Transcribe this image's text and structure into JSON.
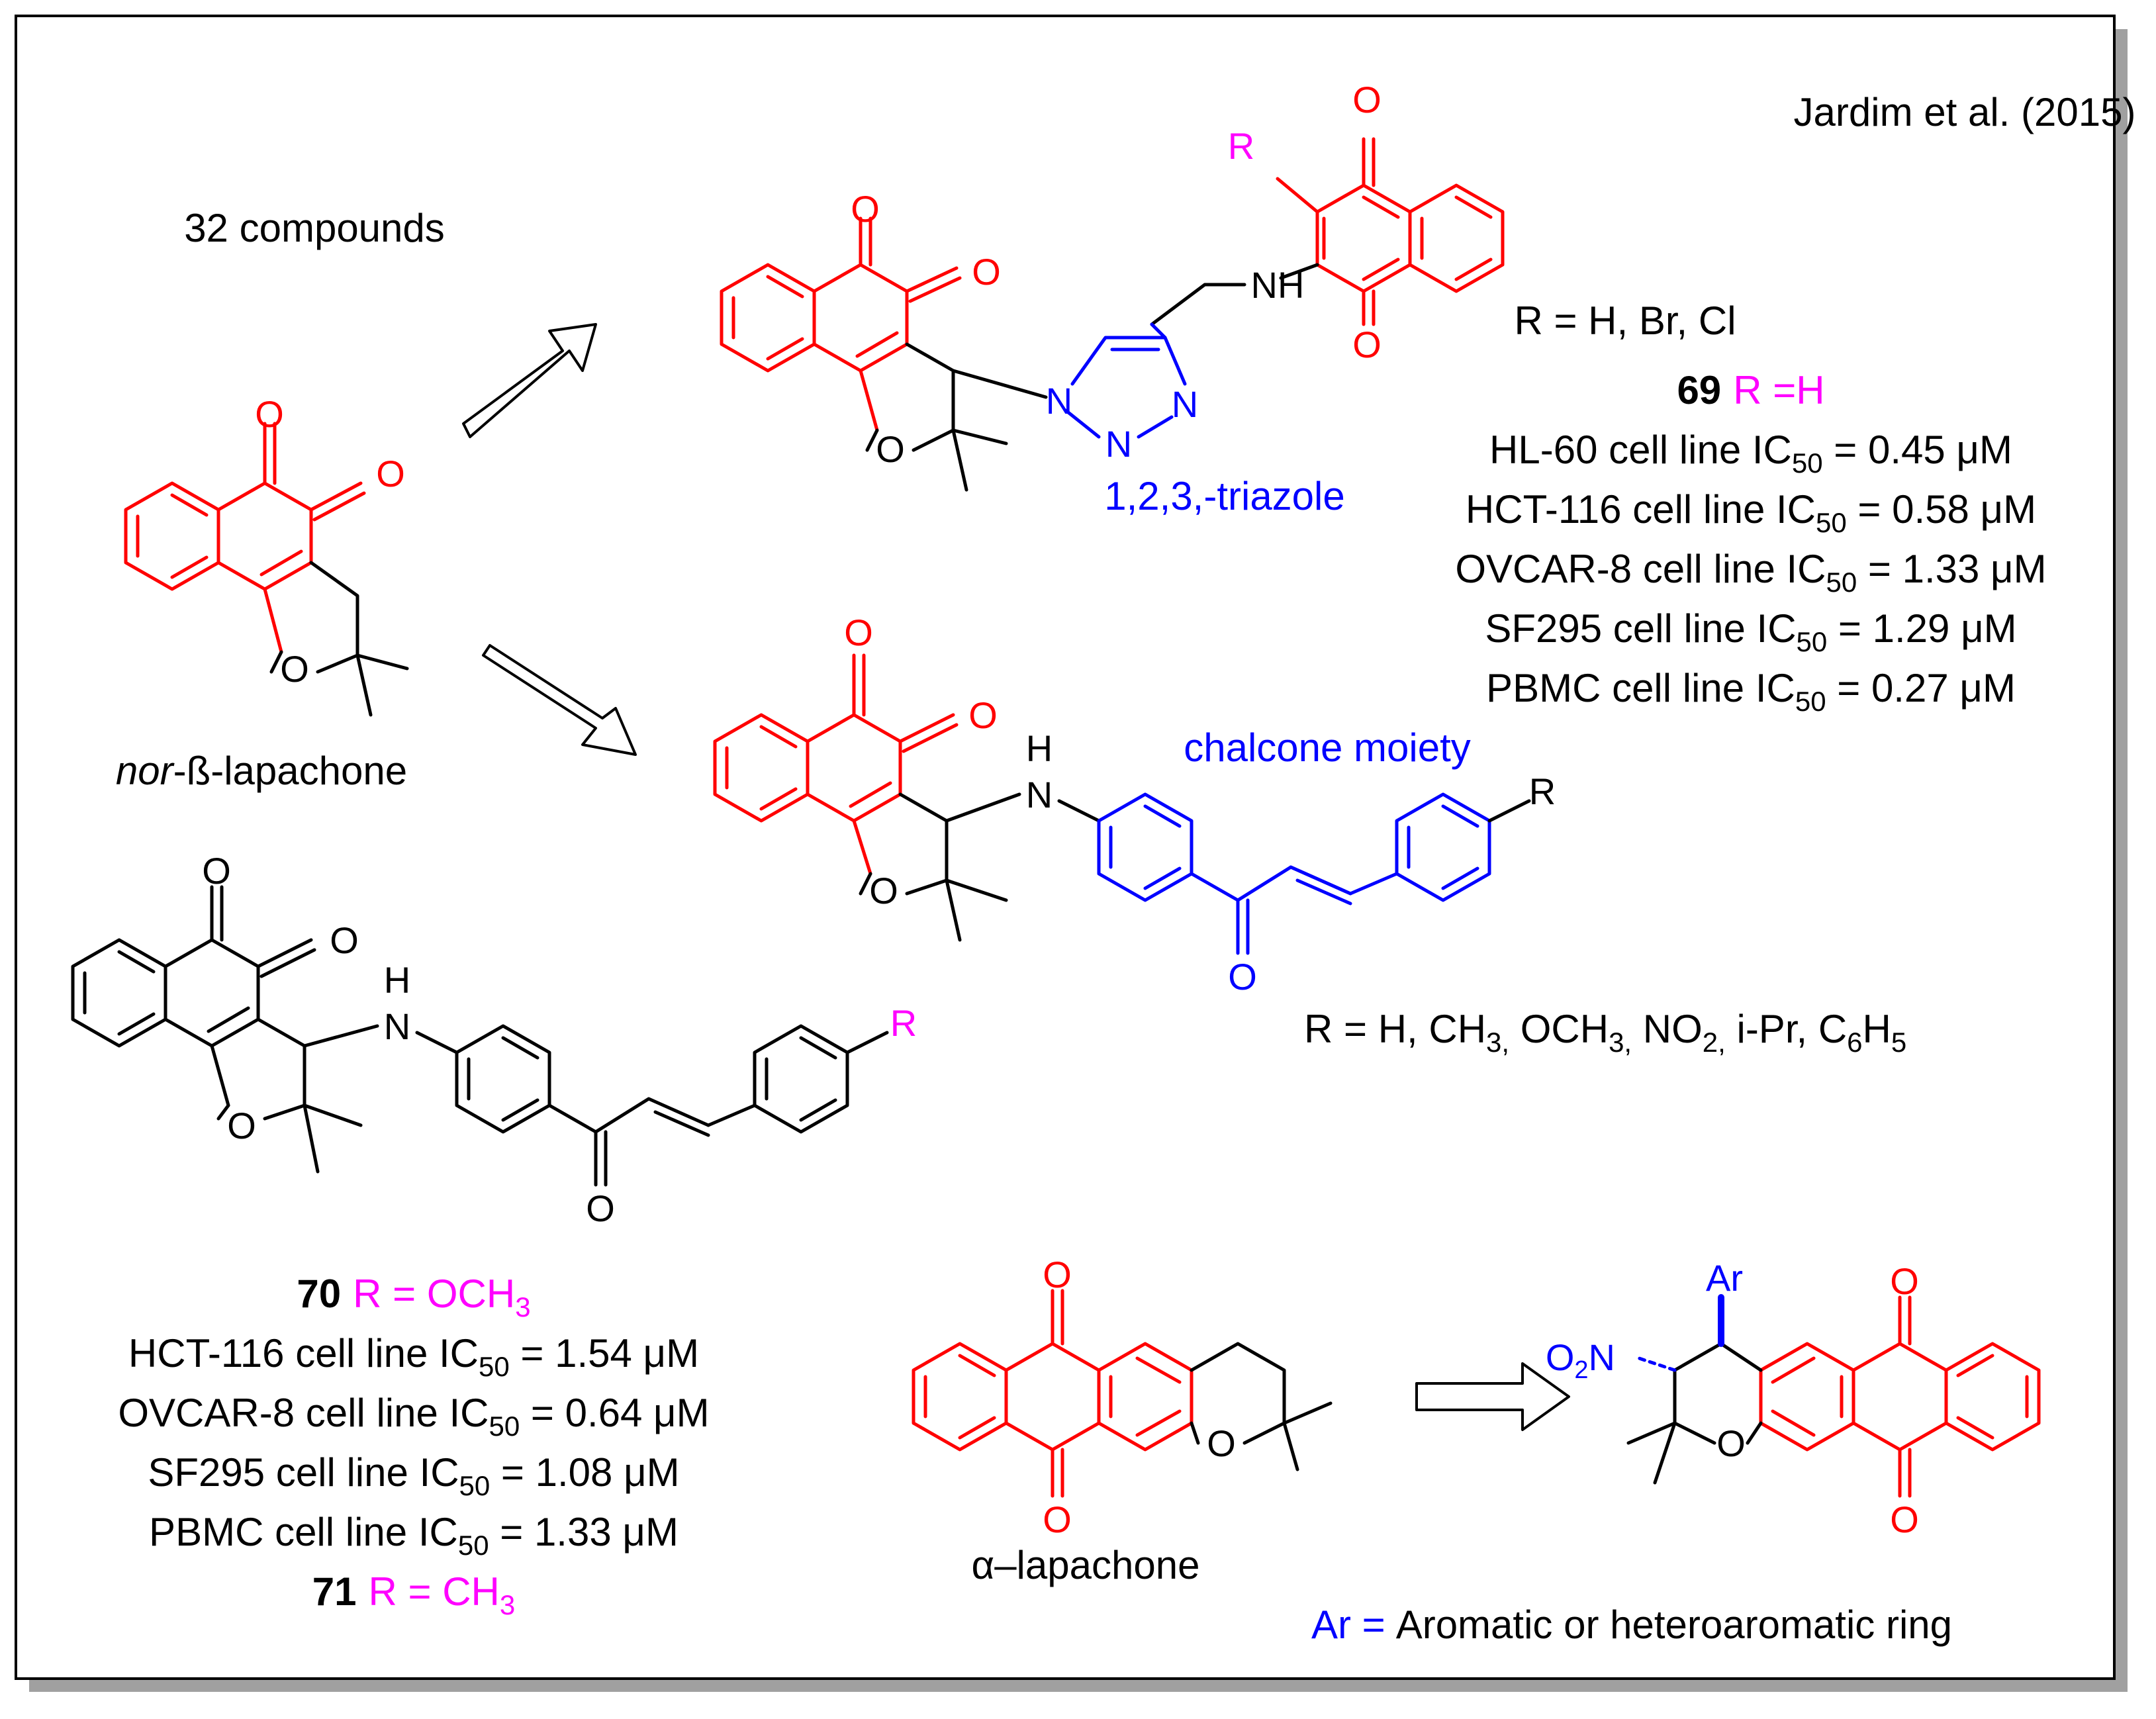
{
  "citation": "Jardim et al. (2015)",
  "compound_count": "32 compounds",
  "starting_material": {
    "prefix": "nor",
    "rest": "-ß-lapachone"
  },
  "triazole_label": "1,2,3,-triazole",
  "chalcone_label": "chalcone moiety",
  "alpha_lapachone_label": "α–lapachone",
  "r_groups_triazole": "R = H, Br, Cl",
  "r_groups_chalcone": {
    "prefix": "R = H, CH",
    "ch3_sub": "3,",
    "och3": " OCH",
    "och3_sub": "3,",
    "no2": " NO",
    "no2_sub": "2,",
    "ipr": " i-Pr, C",
    "c6_sub": "6",
    "h": "H",
    "h5_sub": "5"
  },
  "ar_definition": {
    "label": "Ar =",
    "text": "Aromatic or heteroaromatic ring"
  },
  "atoms": {
    "O": "O",
    "N": "N",
    "NH": "NH",
    "H": "H",
    "R": "R",
    "Ar": "Ar",
    "O2N_o": "O",
    "O2N_sub": "2",
    "O2N_n": "N"
  },
  "compound_69": {
    "number": "69",
    "r": "R =H",
    "ic50": [
      {
        "line": "HL-60 cell line IC",
        "sub": "50",
        "value": " = 0.45 μM"
      },
      {
        "line": "HCT-116 cell line IC",
        "sub": "50",
        "value": " = 0.58 μM"
      },
      {
        "line": "OVCAR-8 cell line IC",
        "sub": "50",
        "value": " = 1.33 μM"
      },
      {
        "line": "SF295 cell line IC",
        "sub": "50",
        "value": " = 1.29 μM"
      },
      {
        "line": "PBMC cell line IC",
        "sub": "50",
        "value": " = 0.27 μM"
      }
    ]
  },
  "compound_70": {
    "number": "70",
    "r": "R = OCH",
    "r_sub": "3",
    "ic50": [
      {
        "line": "HCT-116 cell line IC",
        "sub": "50",
        "value": " = 1.54 μM"
      },
      {
        "line": "OVCAR-8 cell line IC",
        "sub": "50",
        "value": " = 0.64 μM"
      },
      {
        "line": "SF295 cell line IC",
        "sub": "50",
        "value": " = 1.08 μM"
      },
      {
        "line": "PBMC cell line IC",
        "sub": "50",
        "value": " = 1.33 μM"
      }
    ]
  },
  "compound_71": {
    "number": "71",
    "r": "R = CH",
    "r_sub": "3"
  },
  "colors": {
    "red": "#ff0000",
    "blue": "#0000ff",
    "magenta": "#ff00ff",
    "black": "#000000"
  }
}
